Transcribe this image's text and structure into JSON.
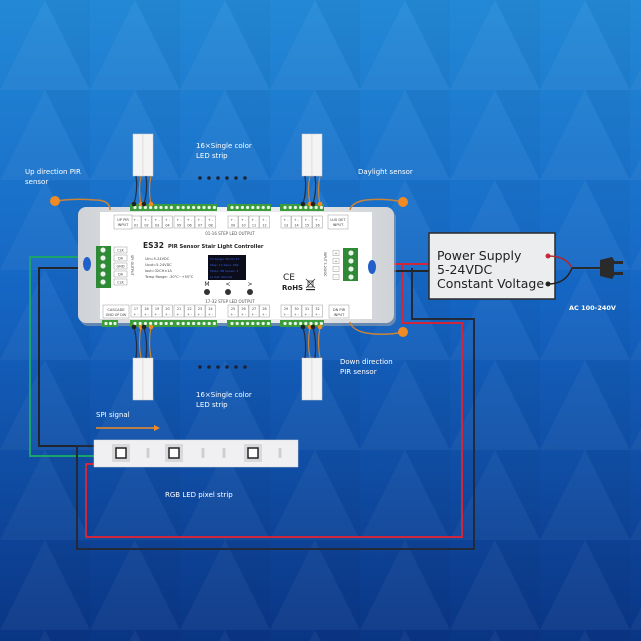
{
  "labels": {
    "up_pir": [
      "Up direction PIR",
      "sensor"
    ],
    "top_strip": [
      "16×Single color",
      "LED strip"
    ],
    "daylight": "Daylight sensor",
    "down_pir": [
      "Down direction",
      "PIR sensor"
    ],
    "bottom_strip": [
      "16×Single color",
      "LED strip"
    ],
    "spi_signal": "SPI signal",
    "rgb_strip": "RGB LED pixel strip",
    "ac_input": "AC 100-240V"
  },
  "power_supply": {
    "lines": [
      "Power Supply",
      "5-24VDC",
      "Constant Voltage"
    ]
  },
  "controller": {
    "model": "ES32",
    "title": "PIR Sensor Stair Light Controller",
    "specs": [
      "Uin=5-24VDC",
      "Uout=5-24VDC",
      "Iout=32CH×1A",
      "Temp Range: -30°C~+55°C"
    ],
    "display_lines": [
      "LX   Single  SPI  Ch:32",
      "Step: 12  Sens: 099",
      "Mode: 5B   Speed: 3",
      "Lx  Set:  Normal"
    ],
    "buttons": [
      "M",
      "<",
      ">"
    ],
    "top_output_label": "01-16 STEP LED OUTPUT",
    "bottom_output_label": "17-32 STEP LED OUTPUT",
    "up_pir_input": [
      "UP PIR",
      "INPUT"
    ],
    "lux_det_input": [
      "LUX DET",
      "INPUT"
    ],
    "dn_pir_input": [
      "DN PIR",
      "INPUT"
    ],
    "cascade": [
      "CASCADE",
      "GND UP DW"
    ],
    "spi_pins": [
      "CLK",
      "DA",
      "GND",
      "DA",
      "CLK"
    ],
    "spi_side_label": "SPI OUTPUT",
    "power_side_label": "INPUT 5-24VDC",
    "power_pins": [
      "+",
      "+",
      "-",
      "-"
    ],
    "top_channels": [
      "01",
      "02",
      "03",
      "04",
      "05",
      "06",
      "07",
      "08",
      "09",
      "10",
      "11",
      "12",
      "13",
      "14",
      "15",
      "16"
    ],
    "bottom_channels": [
      "17",
      "18",
      "19",
      "20",
      "21",
      "22",
      "23",
      "24",
      "25",
      "26",
      "27",
      "28",
      "29",
      "30",
      "31",
      "32"
    ],
    "ce_mark": "CE",
    "rohs_mark": "RoHS"
  },
  "colors": {
    "bg_top": "#1f7fd0",
    "bg_bottom": "#0b3a8f",
    "wire_red": "#d0263c",
    "wire_black": "#2a2a30",
    "wire_green": "#1aa36a",
    "sensor_orange": "#f08a24",
    "terminal_green": "#3b9c3b"
  }
}
